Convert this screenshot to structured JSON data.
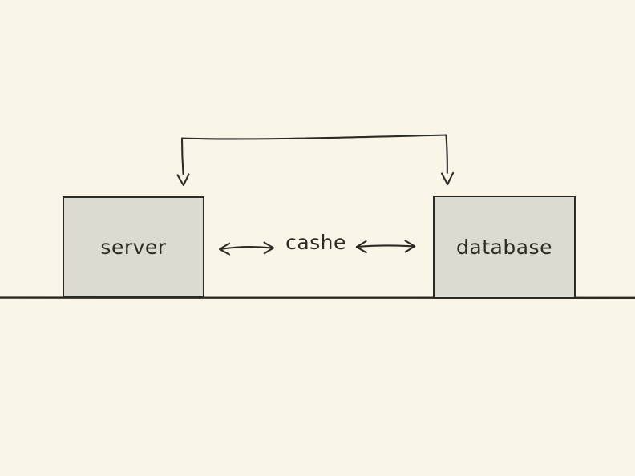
{
  "canvas": {
    "background_color": "#F9F5E9",
    "stroke_color": "#2B2B24",
    "node_fill_color": "#DCDBD1"
  },
  "diagram": {
    "style": "hand-drawn sketch",
    "nodes": [
      {
        "id": "server",
        "label": "server"
      },
      {
        "id": "database",
        "label": "database"
      }
    ],
    "middle_label": "cashe",
    "connections": [
      {
        "from": "server",
        "to": "cashe",
        "type": "double-headed-arrow"
      },
      {
        "from": "cashe",
        "to": "database",
        "type": "double-headed-arrow"
      },
      {
        "from": "server",
        "to": "database",
        "type": "top-bracket-with-down-arrows-into-both-nodes"
      },
      {
        "id": "ground",
        "type": "horizontal-baseline-under-nodes"
      }
    ]
  }
}
